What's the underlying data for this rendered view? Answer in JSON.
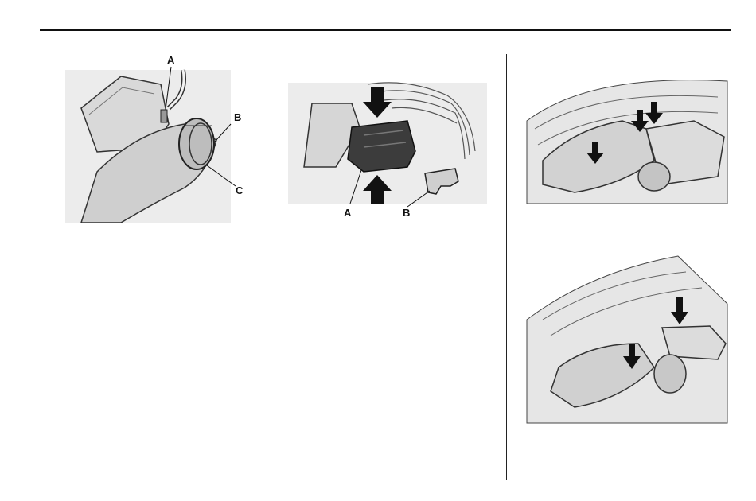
{
  "figures": [
    {
      "name": "air-intake-sensor-figure",
      "callouts": [
        "A",
        "B",
        "C"
      ]
    },
    {
      "name": "electrical-connector-figure",
      "callouts": [
        "A",
        "B"
      ]
    },
    {
      "name": "air-cleaner-top-view-figure",
      "callouts": []
    },
    {
      "name": "air-cleaner-side-view-figure",
      "callouts": []
    }
  ]
}
